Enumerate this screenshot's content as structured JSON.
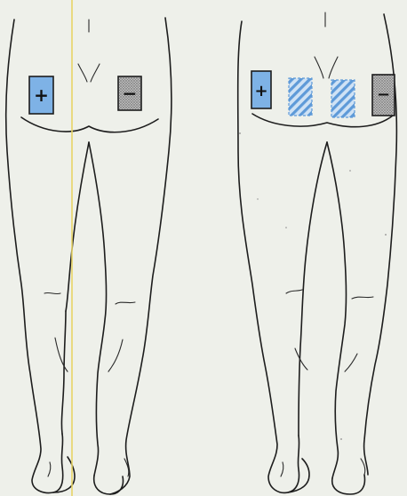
{
  "figures": [
    {
      "id": "left",
      "electrodes": [
        {
          "role": "positive",
          "label": "+",
          "fill": "#7eb2e6",
          "pattern": "solid"
        },
        {
          "role": "negative",
          "label": "−",
          "fill": "#9a9a9a",
          "pattern": "stipple"
        }
      ]
    },
    {
      "id": "right",
      "electrodes": [
        {
          "role": "positive",
          "label": "+",
          "fill": "#7eb2e6",
          "pattern": "solid"
        },
        {
          "role": "field",
          "label": "",
          "fill": "#9cc4ec",
          "pattern": "hatched"
        },
        {
          "role": "field",
          "label": "",
          "fill": "#9cc4ec",
          "pattern": "hatched"
        },
        {
          "role": "negative",
          "label": "−",
          "fill": "#9a9a9a",
          "pattern": "stipple"
        }
      ]
    }
  ],
  "colors": {
    "background": "#eef0ea",
    "outline": "#1d1d1d",
    "guide_line": "#e8d466",
    "positive": "#7eb2e6",
    "negative": "#9a9a9a",
    "hatch": "#5e9ad8"
  }
}
